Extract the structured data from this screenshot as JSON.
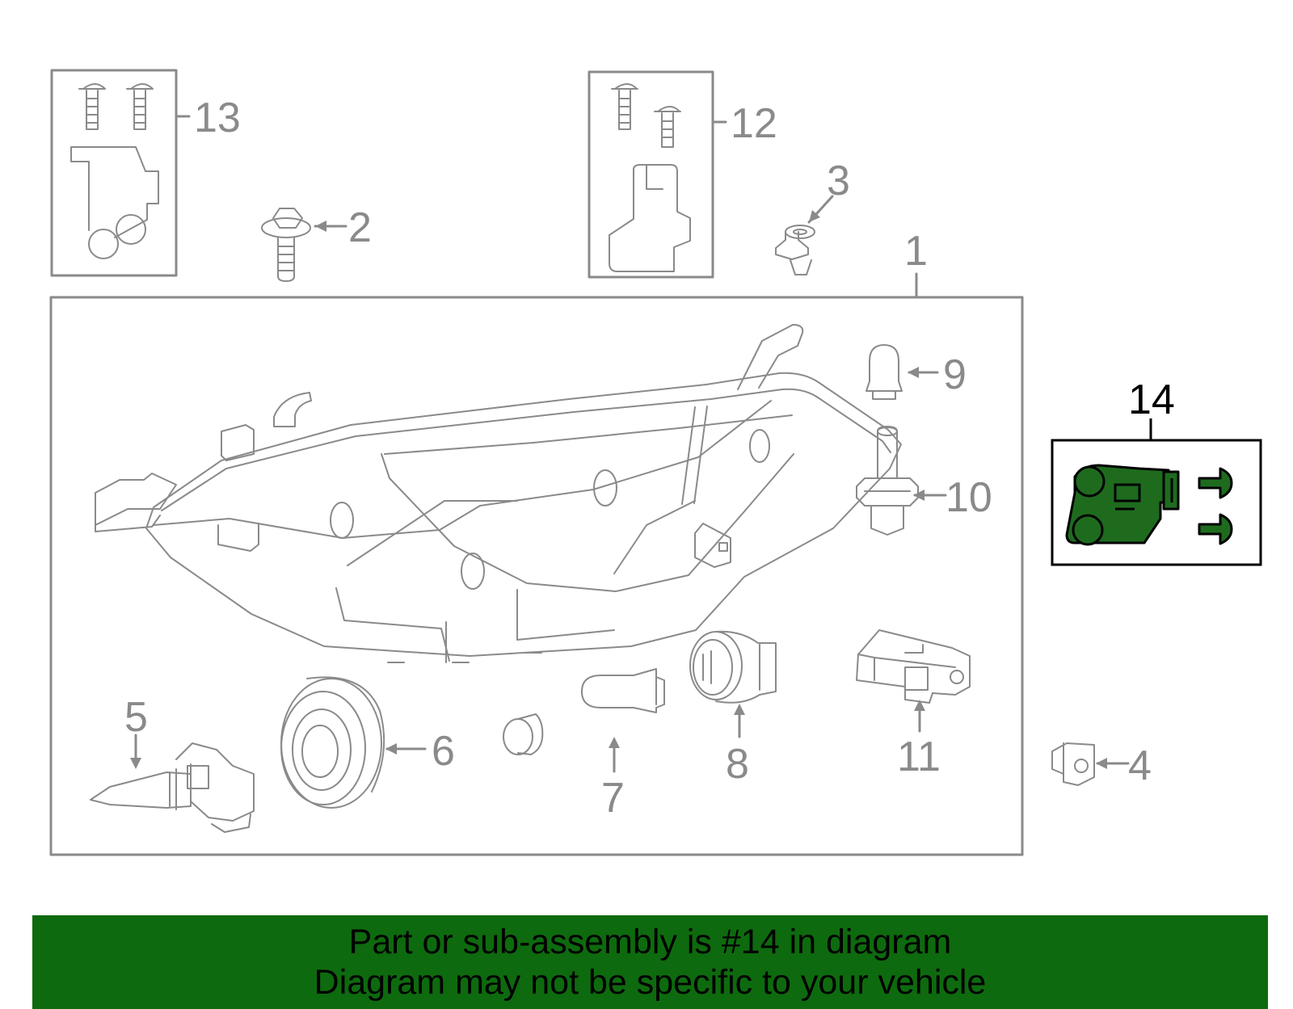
{
  "callouts": {
    "c1": "1",
    "c2": "2",
    "c3": "3",
    "c4": "4",
    "c5": "5",
    "c6": "6",
    "c7": "7",
    "c8": "8",
    "c9": "9",
    "c10": "10",
    "c11": "11",
    "c12": "12",
    "c13": "13",
    "c14": "14"
  },
  "highlight_part": "14",
  "colors": {
    "highlight": "#1e6b1e",
    "banner": "#0e6a0e",
    "linework": "#8a8a8a"
  },
  "banner": {
    "line1": "Part or sub-assembly is #14 in diagram",
    "line2": "Diagram may not be specific to your vehicle"
  }
}
